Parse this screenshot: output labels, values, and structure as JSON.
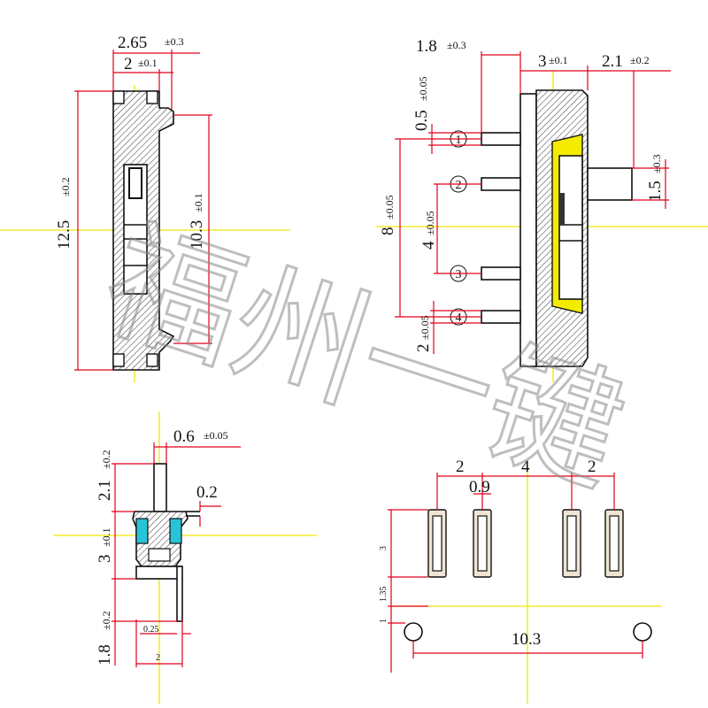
{
  "watermark": "福州一键",
  "colors": {
    "dimension": "#e0001b",
    "centerline": "#f2e600",
    "insulator": "#29c3d8",
    "pad": "#efe5d3"
  },
  "views": {
    "front": {
      "d_width_overall": "2.65",
      "t_width_overall": "±0.3",
      "d_width_body": "2",
      "t_width_body": "±0.1",
      "d_height_overall": "12.5",
      "t_height_overall": "±0.2",
      "d_height_inner": "10.3",
      "t_height_inner": "±0.1"
    },
    "side": {
      "d_pin_len": "1.8",
      "t_pin_len": "±0.3",
      "d_body_depth": "3",
      "t_body_depth": "±0.1",
      "d_knob_len": "2.1",
      "t_knob_len": "±0.2",
      "d_pin_width": "0.5",
      "t_pin_width": "±0.05",
      "d_knob_width": "1.5",
      "t_knob_width": "±0.3",
      "d_pin_span": "8",
      "t_pin_span": "±0.05",
      "d_pin_pitch": "4",
      "t_pin_pitch": "±0.05",
      "d_pin_offset": "2",
      "t_pin_offset": "±0.05",
      "pin_labels": [
        "1",
        "2",
        "3",
        "4"
      ]
    },
    "end": {
      "d_knob_dia": "0.6",
      "t_knob_dia": "±0.05",
      "d_knob_height": "2.1",
      "t_knob_height": "±0.2",
      "d_flange": "0.2",
      "d_body_height": "3",
      "t_body_height": "±0.1",
      "d_lead_height": "1.8",
      "t_lead_height": "±0.2",
      "d_lead_thick": "0.25",
      "d_lead_gap": "2"
    },
    "footprint": {
      "d_pitch_left": "2",
      "d_pitch_mid": "4",
      "d_pitch_right": "2",
      "d_slot": "0.9",
      "d_pad_height": "3",
      "d_gap": "1.35",
      "d_hole": "1",
      "d_hole_span": "10.3"
    }
  }
}
